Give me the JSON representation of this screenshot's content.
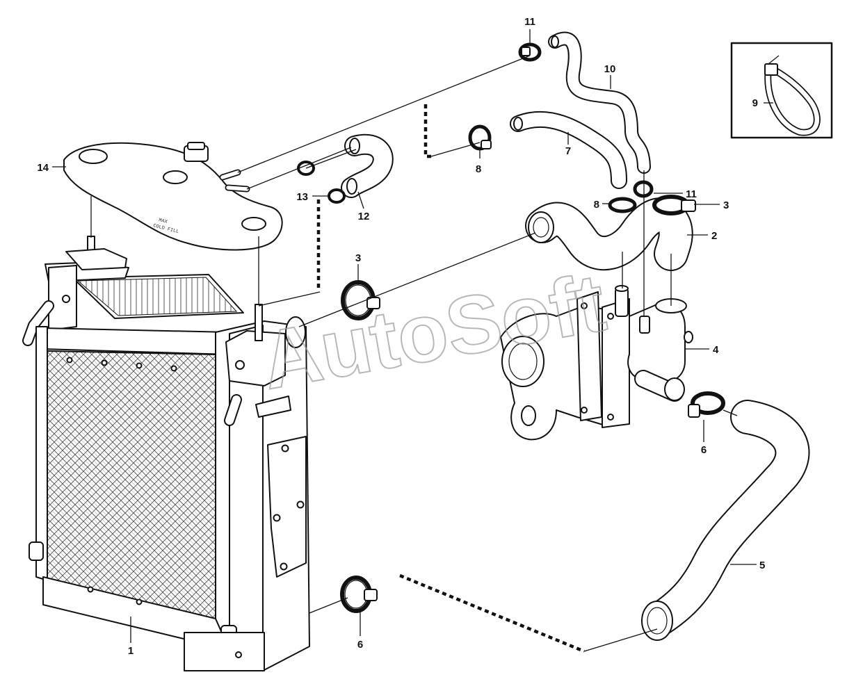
{
  "watermark": "AutoSoft",
  "tank_labels": {
    "line1": "MAX",
    "line2": "COLD FILL"
  },
  "callouts": {
    "c1": "1",
    "c2": "2",
    "c3a": "3",
    "c3b": "3",
    "c4": "4",
    "c5": "5",
    "c6a": "6",
    "c6b": "6",
    "c7": "7",
    "c8a": "8",
    "c8b": "8",
    "c9": "9",
    "c10": "10",
    "c11a": "11",
    "c11b": "11",
    "c12": "12",
    "c13": "13",
    "c14": "14"
  }
}
